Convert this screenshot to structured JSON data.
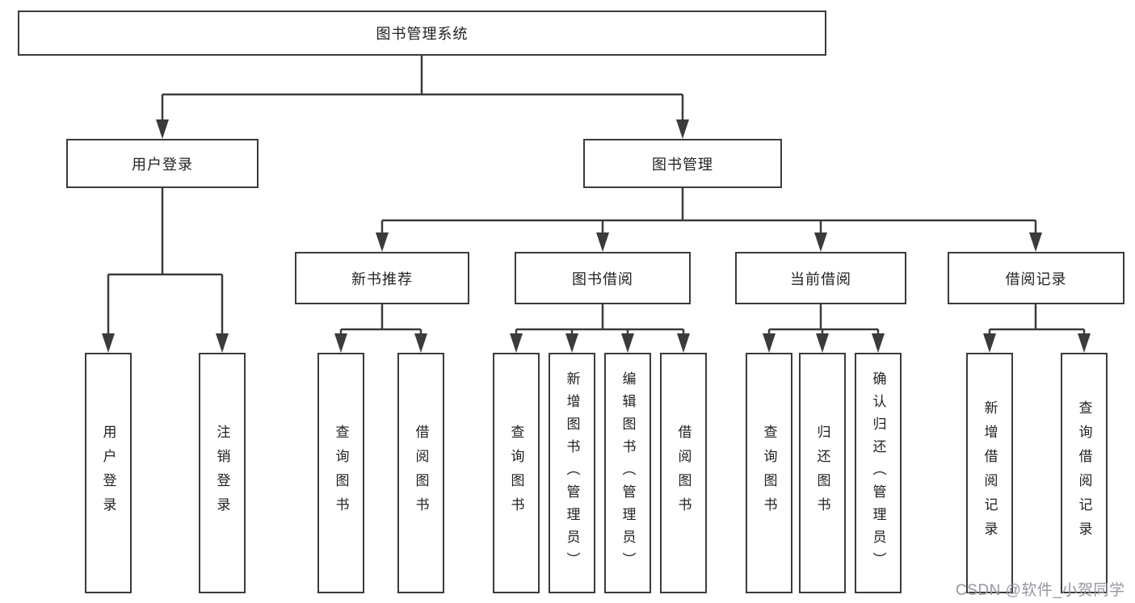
{
  "tree": {
    "root": {
      "label": "图书管理系统"
    },
    "level1": {
      "user_login": {
        "label": "用户登录"
      },
      "book_mgmt": {
        "label": "图书管理"
      }
    },
    "level2": {
      "new_books": {
        "label": "新书推荐"
      },
      "book_borrow": {
        "label": "图书借阅"
      },
      "current_borrow": {
        "label": "当前借阅"
      },
      "borrow_records": {
        "label": "借阅记录"
      }
    },
    "leaves": {
      "login": {
        "label": "用户登录"
      },
      "logout": {
        "label": "注销登录"
      },
      "nb_query": {
        "label": "查询图书"
      },
      "nb_borrow": {
        "label": "借阅图书"
      },
      "bb_query": {
        "label": "查询图书"
      },
      "bb_add": {
        "label": "新增图书（管理员）"
      },
      "bb_edit": {
        "label": "编辑图书（管理员）"
      },
      "bb_borrow": {
        "label": "借阅图书"
      },
      "cb_query": {
        "label": "查询图书"
      },
      "cb_return": {
        "label": "归还图书"
      },
      "cb_confirm": {
        "label": "确认归还（管理员）"
      },
      "br_add": {
        "label": "新增借阅记录"
      },
      "br_query": {
        "label": "查询借阅记录"
      }
    }
  },
  "watermark": {
    "text": "CSDN @软件_小贺同学"
  },
  "colors": {
    "line": "#3b3b3b",
    "text": "#222222",
    "background": "#ffffff",
    "watermark": "#9597a0"
  }
}
